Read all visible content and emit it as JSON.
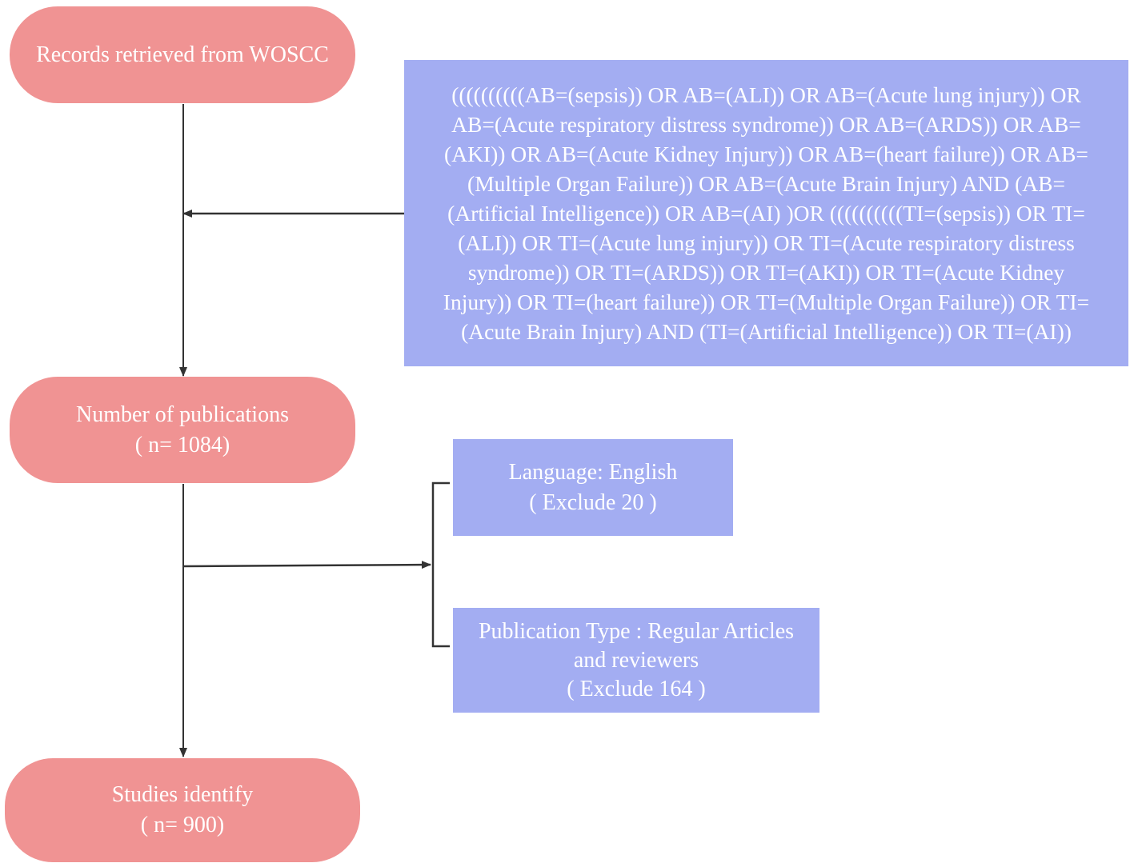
{
  "nodes": {
    "start": {
      "line1": "Records retrieved from WOSCC"
    },
    "query": {
      "lines": [
        "((((((((((AB=(sepsis)) OR AB=(ALI)) OR AB=(Acute lung injury)) OR",
        "AB=(Acute respiratory distress syndrome)) OR AB=(ARDS)) OR AB=",
        "(AKI)) OR AB=(Acute Kidney Injury)) OR AB=(heart failure)) OR AB=",
        "(Multiple Organ Failure)) OR AB=(Acute Brain Injury) AND (AB=",
        "(Artificial Intelligence)) OR AB=(AI) )OR ((((((((((TI=(sepsis)) OR TI=",
        "(ALI)) OR TI=(Acute lung injury)) OR TI=(Acute respiratory distress",
        "syndrome)) OR TI=(ARDS)) OR TI=(AKI)) OR TI=(Acute Kidney",
        "Injury)) OR TI=(heart failure)) OR TI=(Multiple Organ Failure)) OR TI=",
        "(Acute Brain Injury) AND (TI=(Artificial Intelligence)) OR TI=(AI))"
      ]
    },
    "publications": {
      "line1": "Number of publications",
      "line2": "( n= 1084)"
    },
    "language": {
      "line1": "Language: English",
      "line2": "( Exclude 20 )"
    },
    "pubtype": {
      "line1": "Publication Type : Regular Articles",
      "line2": "and reviewers",
      "line3": "( Exclude 164 )"
    },
    "studies": {
      "line1": "Studies identify",
      "line2": "( n= 900)"
    }
  },
  "colors": {
    "pill_fill": "#f09393",
    "rect_fill": "#a3adf2",
    "text": "#ffffff",
    "connector": "#333333"
  }
}
